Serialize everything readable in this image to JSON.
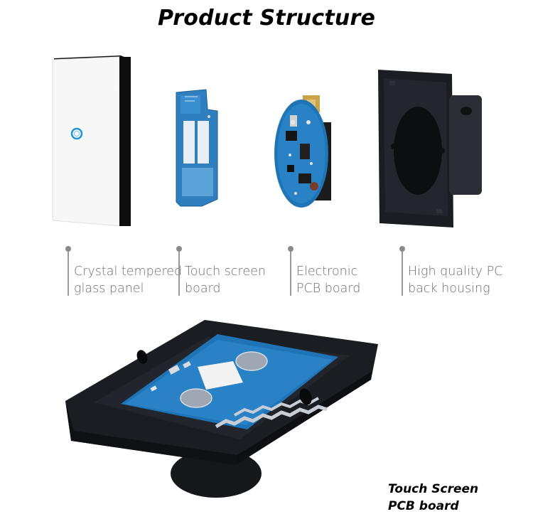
{
  "title": "Product Structure",
  "components": [
    {
      "line1": "Crystal tempered",
      "line2": "glass panel"
    },
    {
      "line1": "Touch screen",
      "line2": "board"
    },
    {
      "line1": "Electronic",
      "line2": "PCB board"
    },
    {
      "line1": "High quality PC",
      "line2": "back housing"
    }
  ],
  "bottom_caption": {
    "line1": "Touch Screen",
    "line2": "PCB board"
  },
  "colors": {
    "accent_blue": "#1d95d6",
    "housing": "#1a1d22",
    "pcb_blue": "#1f74b8",
    "label_gray": "#6e6e6e"
  }
}
